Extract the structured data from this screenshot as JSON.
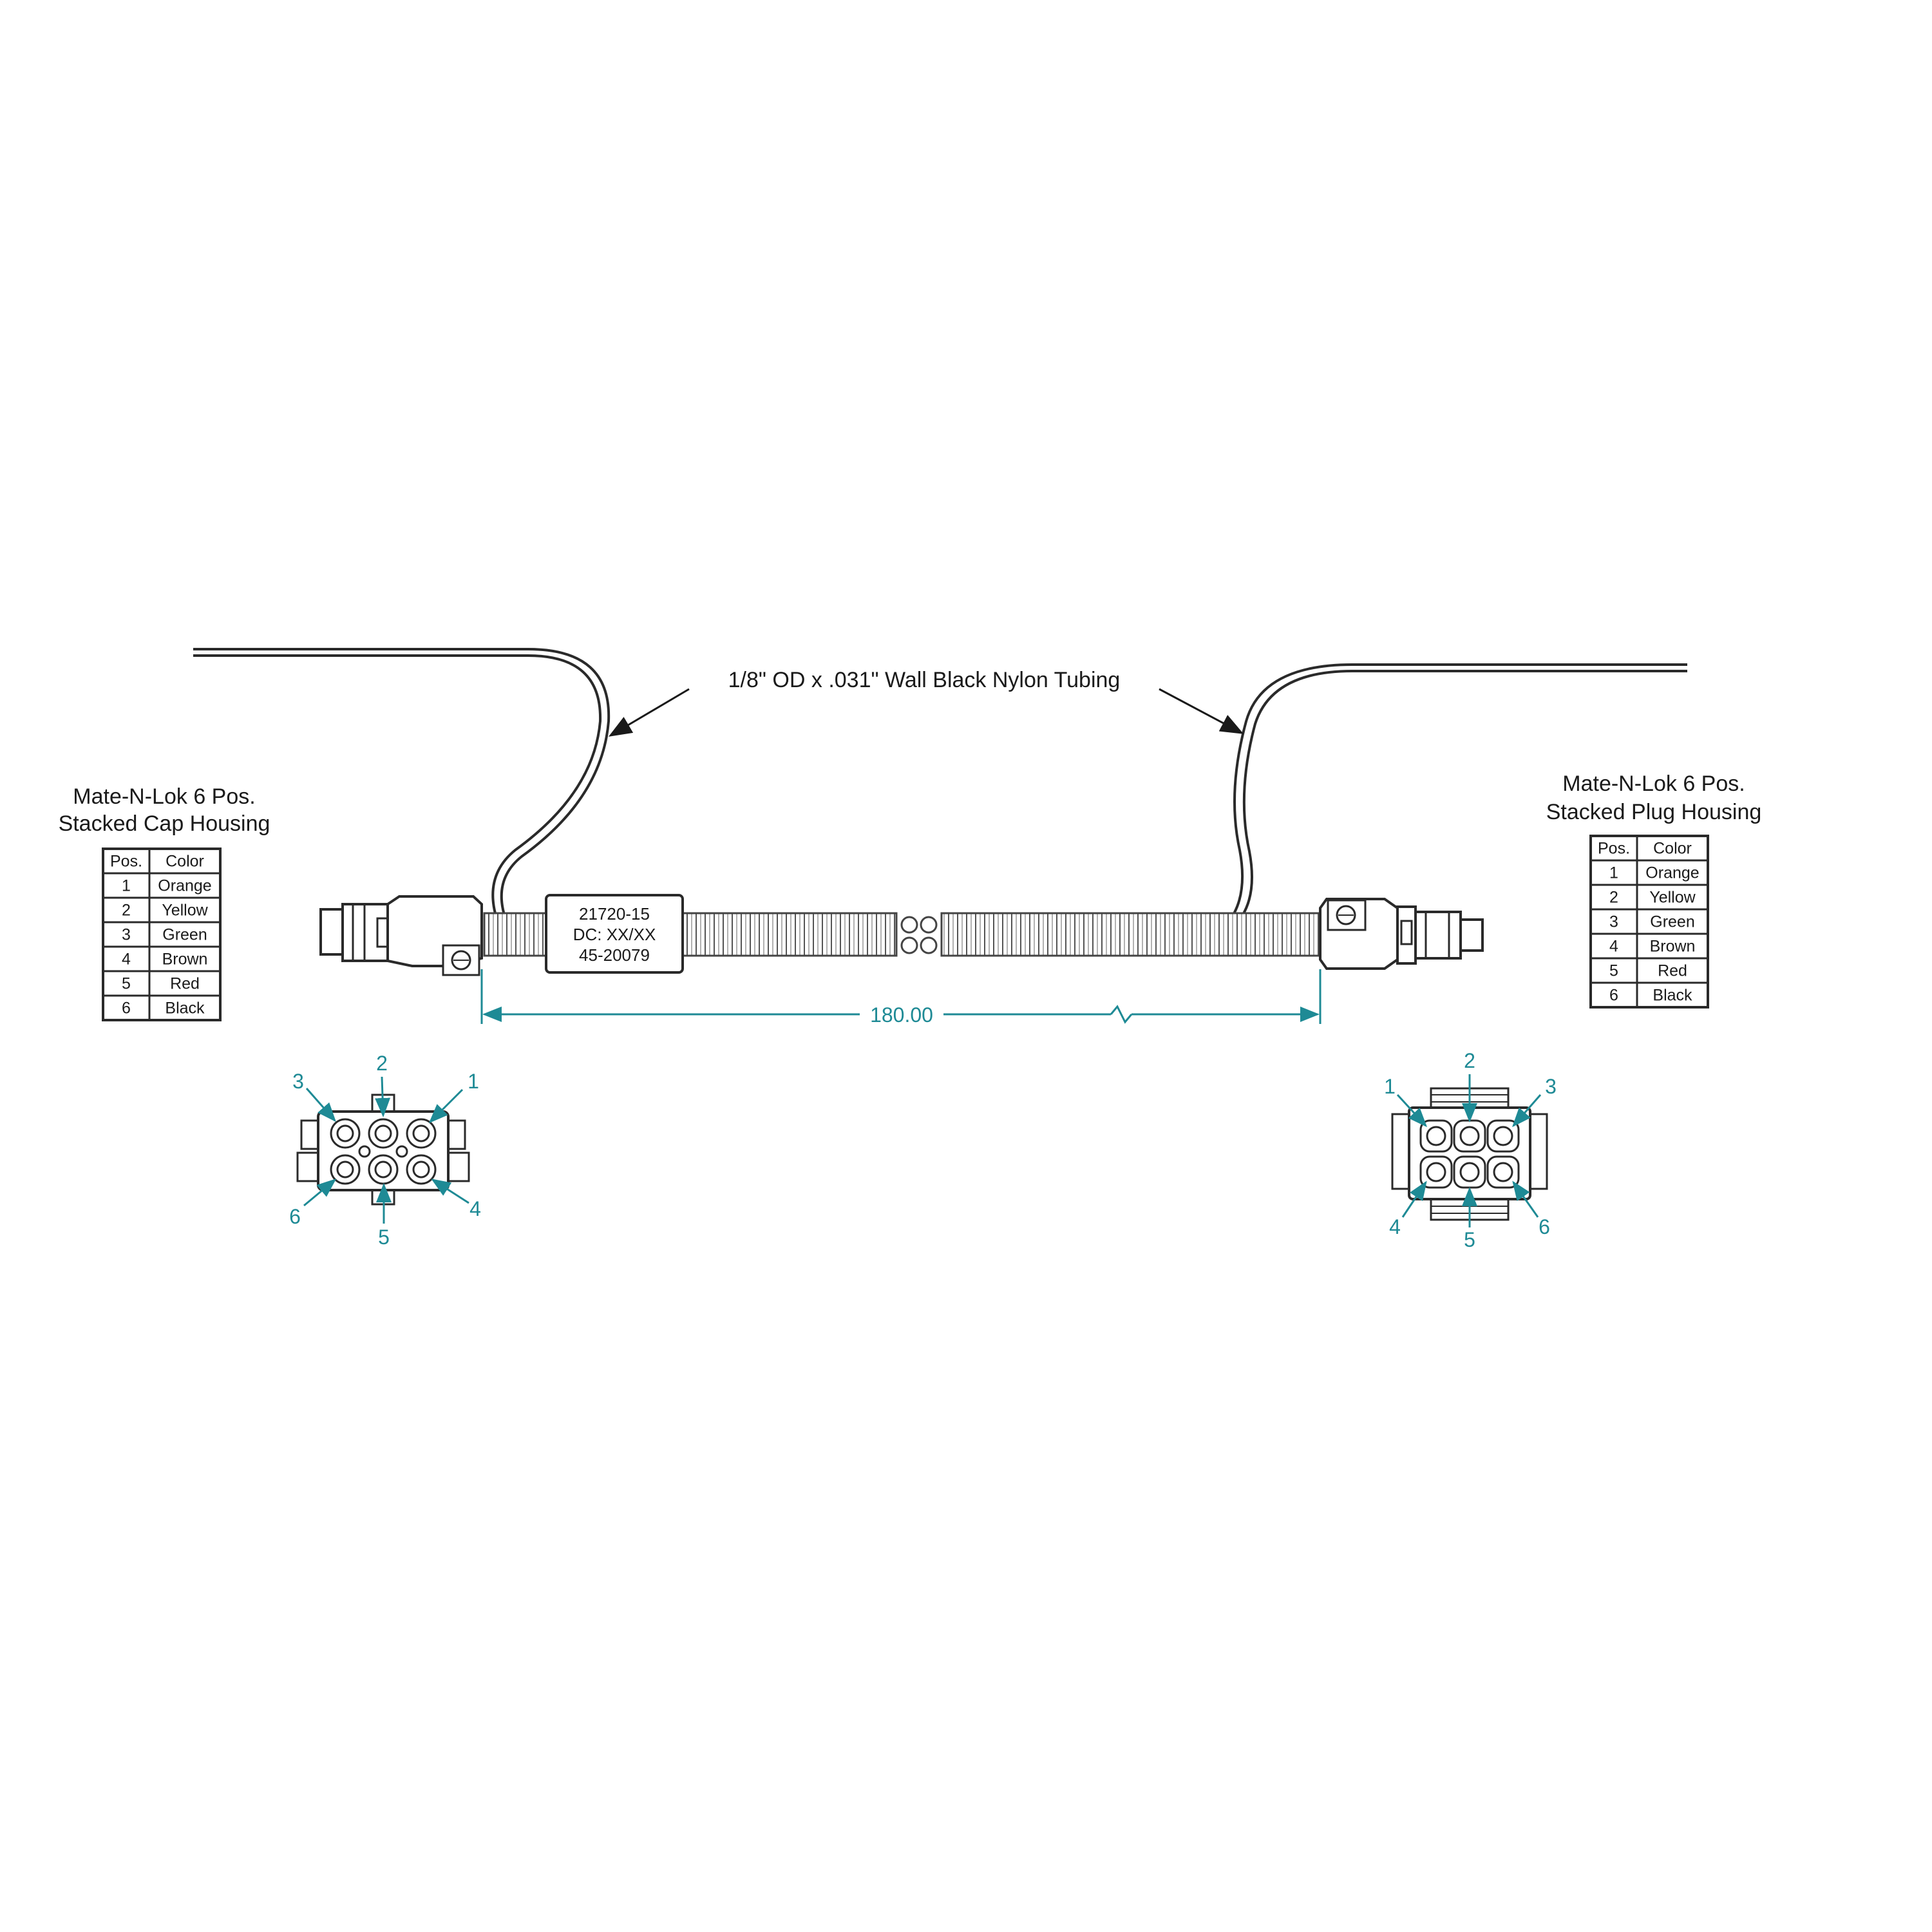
{
  "tubing_callout": "1/8\"  OD x .031\" Wall Black Nylon Tubing",
  "left_connector": {
    "title_line1": "Mate-N-Lok 6 Pos.",
    "title_line2": "Stacked Cap Housing",
    "table_headers": [
      "Pos.",
      "Color"
    ],
    "rows": [
      {
        "pos": "1",
        "color": "Orange"
      },
      {
        "pos": "2",
        "color": "Yellow"
      },
      {
        "pos": "3",
        "color": "Green"
      },
      {
        "pos": "4",
        "color": "Brown"
      },
      {
        "pos": "5",
        "color": "Red"
      },
      {
        "pos": "6",
        "color": "Black"
      }
    ],
    "pin_labels": [
      "1",
      "2",
      "3",
      "4",
      "5",
      "6"
    ]
  },
  "right_connector": {
    "title_line1": "Mate-N-Lok 6 Pos.",
    "title_line2": "Stacked Plug Housing",
    "table_headers": [
      "Pos.",
      "Color"
    ],
    "rows": [
      {
        "pos": "1",
        "color": "Orange"
      },
      {
        "pos": "2",
        "color": "Yellow"
      },
      {
        "pos": "3",
        "color": "Green"
      },
      {
        "pos": "4",
        "color": "Brown"
      },
      {
        "pos": "5",
        "color": "Red"
      },
      {
        "pos": "6",
        "color": "Black"
      }
    ],
    "pin_labels": [
      "1",
      "2",
      "3",
      "4",
      "5",
      "6"
    ]
  },
  "label_tag": {
    "line1": "21720-15",
    "line2": "DC: XX/XX",
    "line3": "45-20079"
  },
  "dimension": "180.00",
  "colors": {
    "line": "#2a2a2a",
    "dimension": "#1e8a95"
  }
}
